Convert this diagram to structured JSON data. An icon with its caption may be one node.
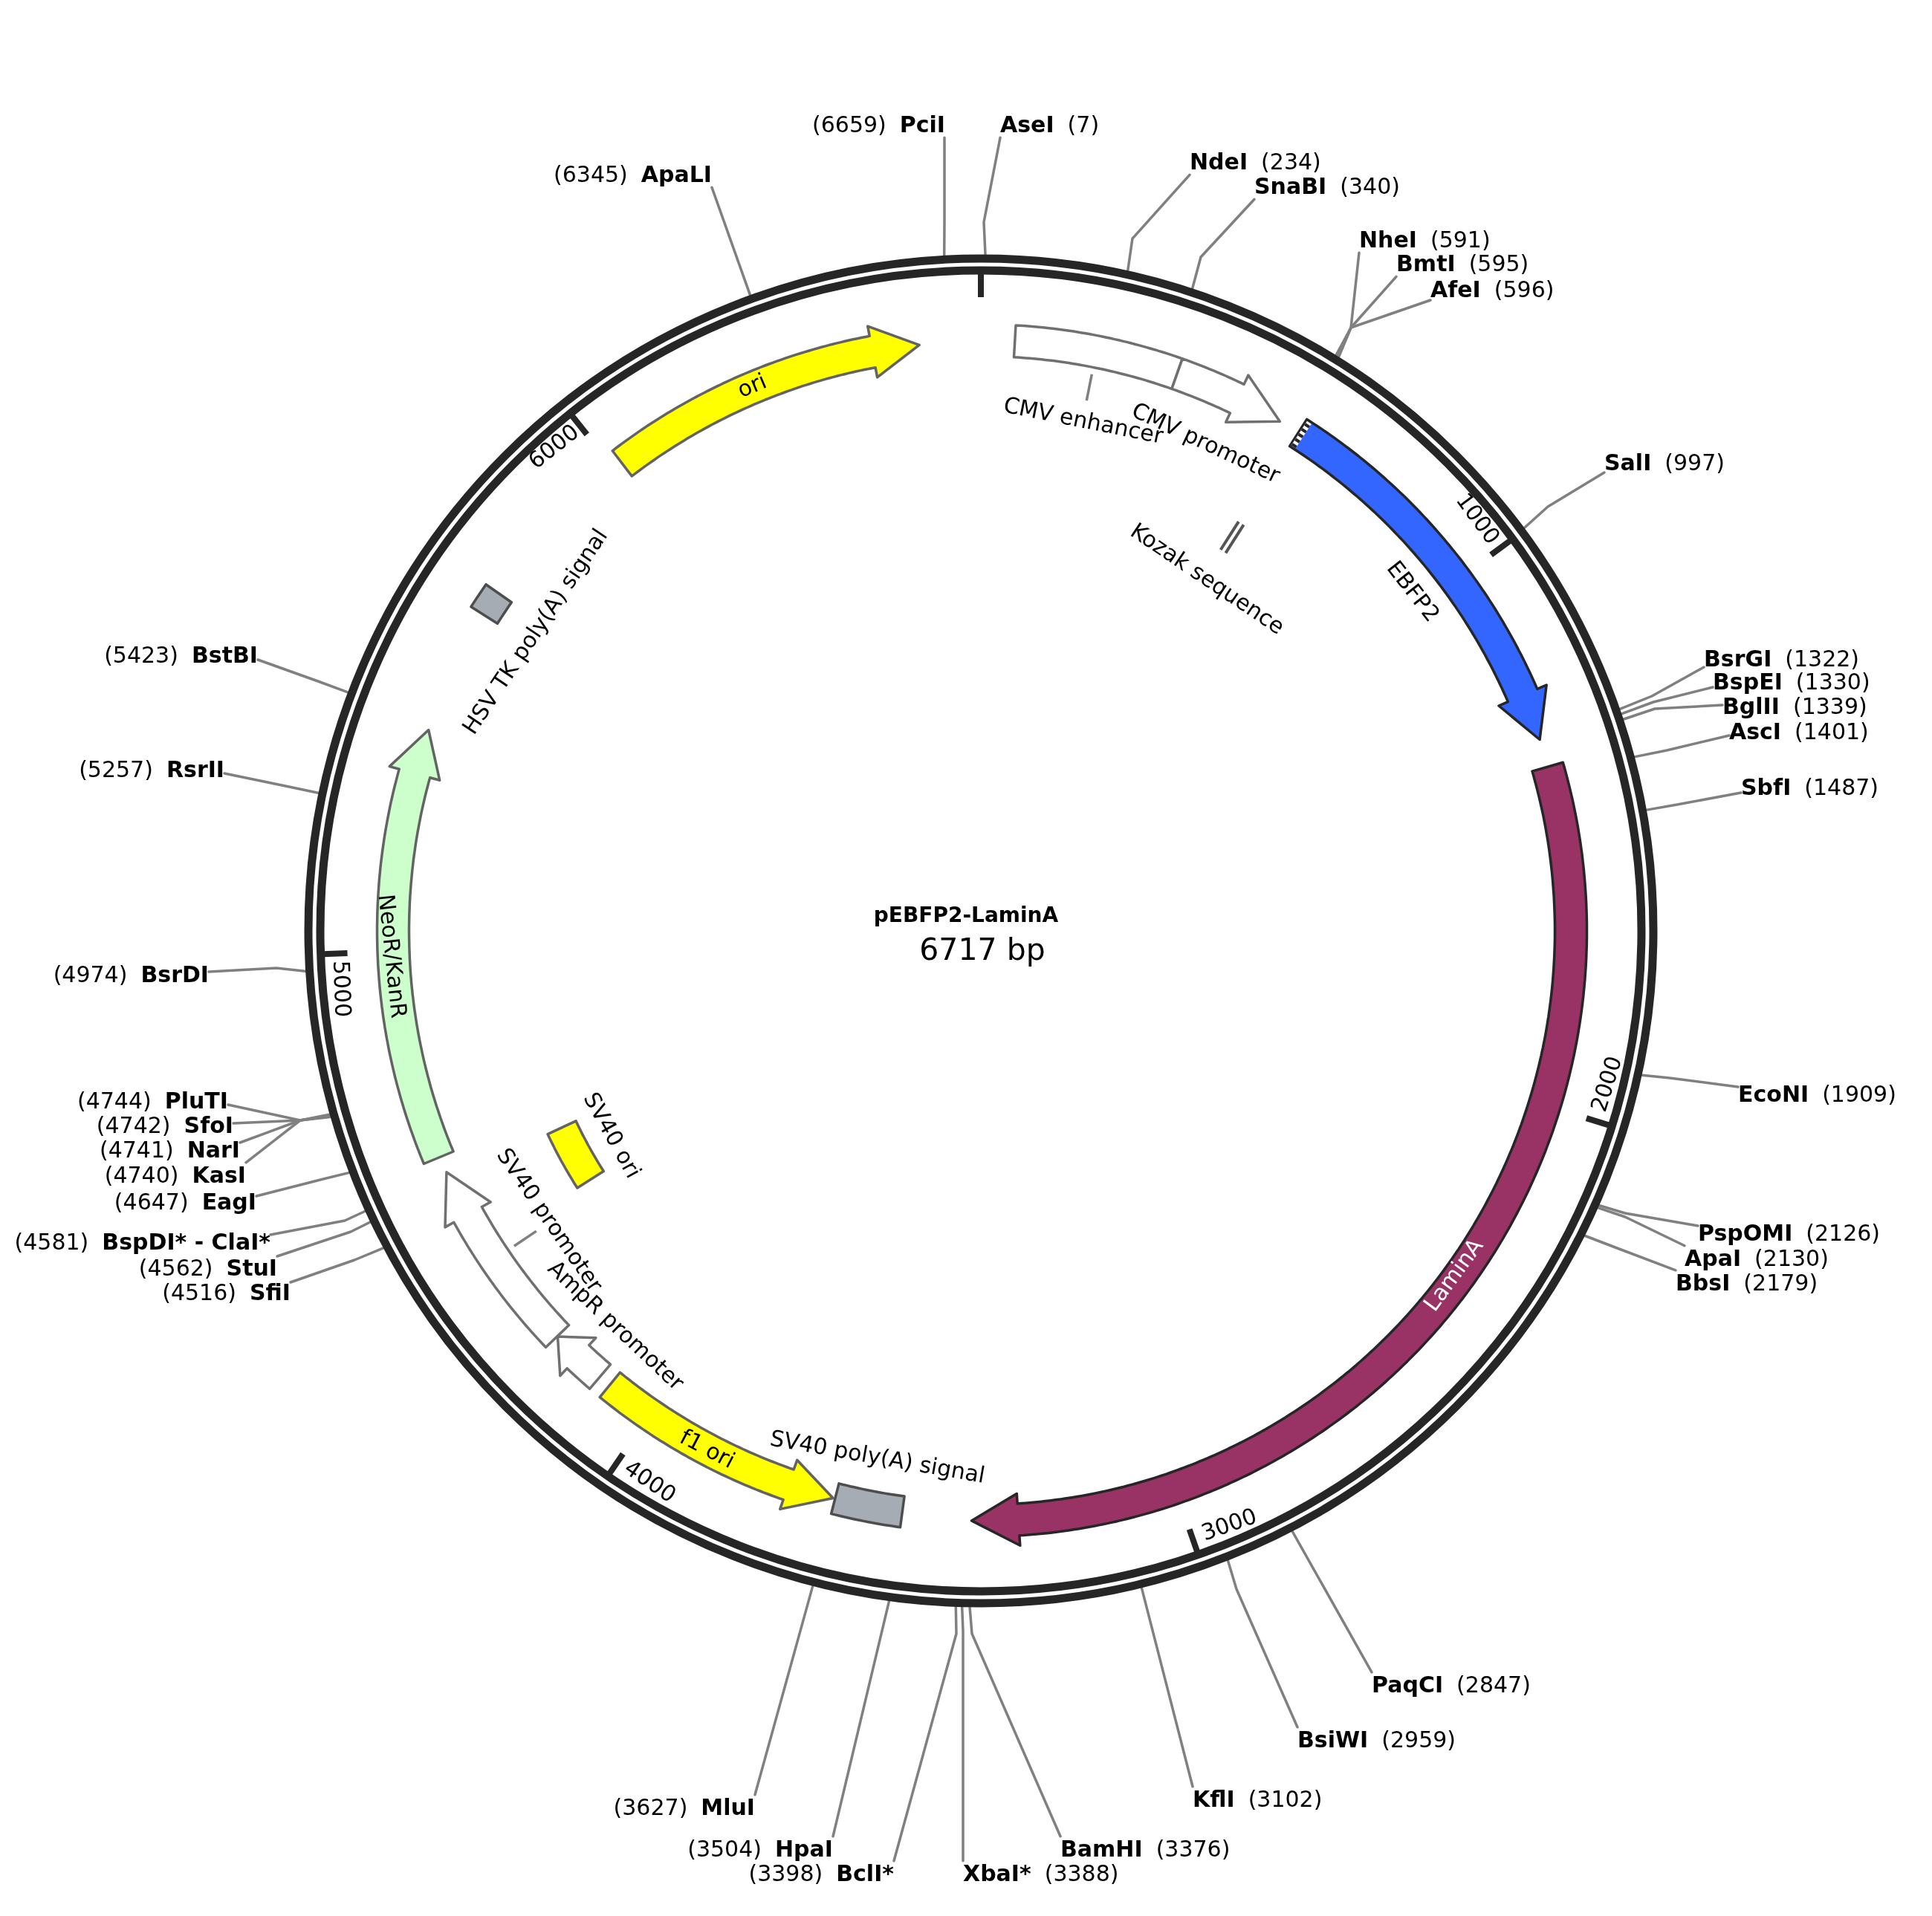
{
  "diagram": {
    "nodes": [
      {
        "text": [
          "pEBFP2-LaminA",
          "6717 bp"
        ]
      },
      {
        "text": [
          "CMV enhancer"
        ],
        "in": 0
      },
      {
        "text": [
          "CMV promoter"
        ],
        "in": 0
      },
      {
        "text": [
          "EBFP2"
        ],
        "in": 0
      },
      {
        "text": [
          "Kozak sequence"
        ],
        "in": 0
      },
      {
        "text": [
          "LaminA"
        ],
        "in": 0
      },
      {
        "text": [
          "SV40 poly(A) signal"
        ],
        "in": 0
      },
      {
        "text": [
          "f1 ori"
        ],
        "in": 0
      },
      {
        "text": [
          "AmpR promoter"
        ],
        "in": 0
      },
      {
        "text": [
          "SV40 promoter"
        ],
        "in": 0
      },
      {
        "text": [
          "SV40 ori"
        ],
        "in": 0
      },
      {
        "text": [
          "NeoR/KanR"
        ],
        "in": 0
      },
      {
        "text": [
          "HSV TK poly(A) signal"
        ],
        "in": 0
      },
      {
        "text": [
          "ori"
        ],
        "in": 0
      },
      {
        "text": [
          "AseI",
          "(7)"
        ]
      },
      {
        "text": [
          "NdeI",
          "(234)"
        ]
      },
      {
        "text": [
          "SnaBI",
          "(340)"
        ]
      },
      {
        "text": [
          "NheI",
          "(591)"
        ]
      },
      {
        "text": [
          "BmtI",
          "(595)"
        ]
      },
      {
        "text": [
          "AfeI",
          "(596)"
        ]
      },
      {
        "text": [
          "SalI",
          "(997)"
        ]
      },
      {
        "text": [
          "BsrGI",
          "(1322)"
        ]
      },
      {
        "text": [
          "BspEI",
          "(1330)"
        ]
      },
      {
        "text": [
          "BglII",
          "(1339)"
        ]
      },
      {
        "text": [
          "AscI",
          "(1401)"
        ]
      },
      {
        "text": [
          "SbfI",
          "(1487)"
        ]
      },
      {
        "text": [
          "EcoNI",
          "(1909)"
        ]
      },
      {
        "text": [
          "PspOMI",
          "(2126)"
        ]
      },
      {
        "text": [
          "ApaI",
          "(2130)"
        ]
      },
      {
        "text": [
          "BbsI",
          "(2179)"
        ]
      },
      {
        "text": [
          "PaqCI",
          "(2847)"
        ]
      },
      {
        "text": [
          "BsiWI",
          "(2959)"
        ]
      },
      {
        "text": [
          "KflI",
          "(3102)"
        ]
      },
      {
        "text": [
          "BamHI",
          "(3376)"
        ]
      },
      {
        "text": [
          "XbaI*",
          "(3388)"
        ]
      },
      {
        "text": [
          "(3398)",
          "BclI*"
        ]
      },
      {
        "text": [
          "(3504)",
          "HpaI"
        ]
      },
      {
        "text": [
          "(3627)",
          "MluI"
        ]
      },
      {
        "text": [
          "(4516)",
          "SfiI"
        ]
      },
      {
        "text": [
          "(4562)",
          "StuI"
        ]
      },
      {
        "text": [
          "(4581)",
          "BspDI* - ClaI*"
        ]
      },
      {
        "text": [
          "(4647)",
          "EagI"
        ]
      },
      {
        "text": [
          "(4740)",
          "KasI"
        ]
      },
      {
        "text": [
          "(4741)",
          "NarI"
        ]
      },
      {
        "text": [
          "(4742)",
          "SfoI"
        ]
      },
      {
        "text": [
          "(4744)",
          "PluTI"
        ]
      },
      {
        "text": [
          "(4974)",
          "BsrDI"
        ]
      },
      {
        "text": [
          "(5257)",
          "RsrII"
        ]
      },
      {
        "text": [
          "(5423)",
          "BstBI"
        ]
      },
      {
        "text": [
          "(6345)",
          "ApaLI"
        ]
      },
      {
        "text": [
          "(6659)",
          "PciI"
        ]
      }
    ],
    "edges": [
      {
        "from": 14,
        "to": 0,
        "arrow": "none"
      },
      {
        "from": 15,
        "to": 0,
        "arrow": "none"
      },
      {
        "from": 16,
        "to": 0,
        "arrow": "none"
      },
      {
        "from": 17,
        "to": 0,
        "arrow": "none"
      },
      {
        "from": 18,
        "to": 0,
        "arrow": "none"
      },
      {
        "from": 19,
        "to": 0,
        "arrow": "none"
      },
      {
        "from": 20,
        "to": 0,
        "arrow": "none"
      },
      {
        "from": 21,
        "to": 0,
        "arrow": "none"
      },
      {
        "from": 22,
        "to": 0,
        "arrow": "none"
      },
      {
        "from": 23,
        "to": 0,
        "arrow": "none"
      },
      {
        "from": 24,
        "to": 0,
        "arrow": "none"
      },
      {
        "from": 25,
        "to": 0,
        "arrow": "none"
      },
      {
        "from": 26,
        "to": 0,
        "arrow": "none"
      },
      {
        "from": 27,
        "to": 0,
        "arrow": "none"
      },
      {
        "from": 28,
        "to": 0,
        "arrow": "none"
      },
      {
        "from": 29,
        "to": 0,
        "arrow": "none"
      },
      {
        "from": 30,
        "to": 0,
        "arrow": "none"
      },
      {
        "from": 31,
        "to": 0,
        "arrow": "none"
      },
      {
        "from": 32,
        "to": 0,
        "arrow": "none"
      },
      {
        "from": 33,
        "to": 0,
        "arrow": "none"
      },
      {
        "from": 34,
        "to": 0,
        "arrow": "none"
      },
      {
        "from": 35,
        "to": 0,
        "arrow": "none"
      },
      {
        "from": 36,
        "to": 0,
        "arrow": "none"
      },
      {
        "from": 37,
        "to": 0,
        "arrow": "none"
      },
      {
        "from": 38,
        "to": 0,
        "arrow": "none"
      },
      {
        "from": 39,
        "to": 0,
        "arrow": "none"
      },
      {
        "from": 40,
        "to": 0,
        "arrow": "none"
      },
      {
        "from": 41,
        "to": 0,
        "arrow": "none"
      },
      {
        "from": 42,
        "to": 0,
        "arrow": "none"
      },
      {
        "from": 43,
        "to": 0,
        "arrow": "none"
      },
      {
        "from": 44,
        "to": 0,
        "arrow": "none"
      },
      {
        "from": 45,
        "to": 0,
        "arrow": "none"
      },
      {
        "from": 46,
        "to": 0,
        "arrow": "none"
      },
      {
        "from": 47,
        "to": 0,
        "arrow": "none"
      },
      {
        "from": 48,
        "to": 0,
        "arrow": "none"
      },
      {
        "from": 49,
        "to": 0,
        "arrow": "none"
      },
      {
        "from": 50,
        "to": 0,
        "arrow": "none"
      }
    ],
    "labels": [
      "1000",
      "2000",
      "3000",
      "4000",
      "5000",
      "6000"
    ]
  }
}
